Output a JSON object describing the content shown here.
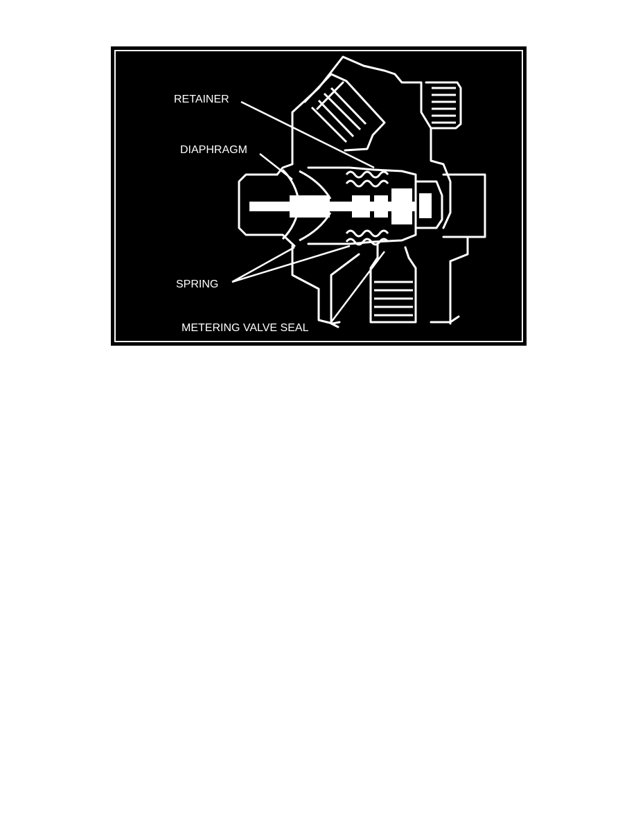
{
  "diagram": {
    "colors": {
      "background": "#000000",
      "lines": "#ffffff",
      "page": "#ffffff"
    },
    "callouts": {
      "retainer": "RETAINER",
      "diaphragm": "DIAPHRAGM",
      "spring": "SPRING",
      "metering_valve_seal": "METERING VALVE SEAL"
    }
  }
}
